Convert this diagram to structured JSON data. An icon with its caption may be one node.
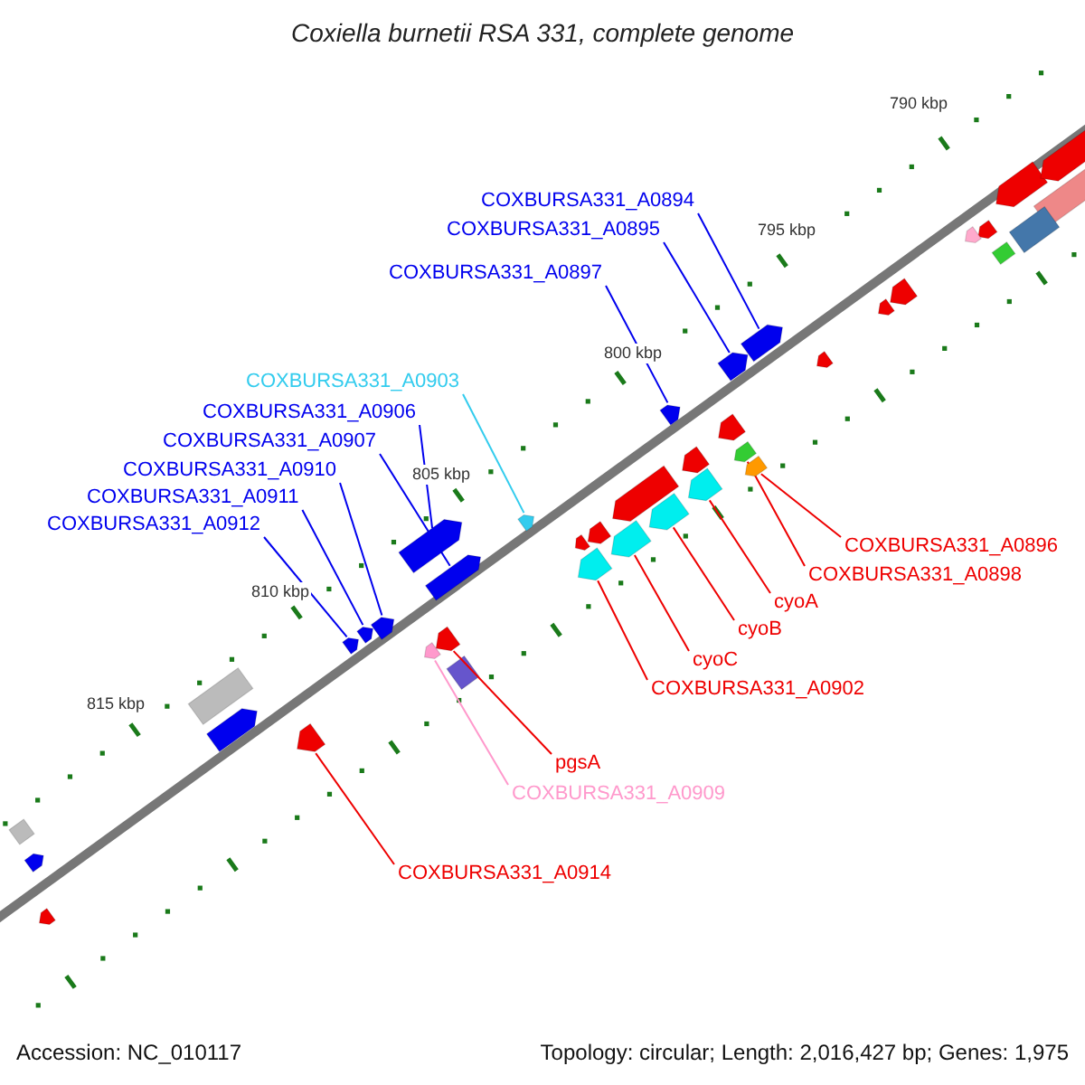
{
  "diagram": {
    "title": "Coxiella burnetii RSA 331, complete genome",
    "nodes": [
      {
        "text": [
          "COXBURSA331_A0894"
        ]
      },
      {
        "text": [
          "COXBURSA331_A0895"
        ]
      },
      {
        "text": [
          "COXBURSA331_A0897"
        ]
      },
      {
        "text": [
          "COXBURSA331_A0903"
        ]
      },
      {
        "text": [
          "COXBURSA331_A0906"
        ]
      },
      {
        "text": [
          "COXBURSA331_A0907"
        ]
      },
      {
        "text": [
          "COXBURSA331_A0910"
        ]
      },
      {
        "text": [
          "COXBURSA331_A0911"
        ]
      },
      {
        "text": [
          "COXBURSA331_A0912"
        ]
      },
      {
        "text": [
          "COXBURSA331_A0896"
        ]
      },
      {
        "text": [
          "COXBURSA331_A0898"
        ]
      },
      {
        "text": [
          "cyoA"
        ]
      },
      {
        "text": [
          "cyoB"
        ]
      },
      {
        "text": [
          "cyoC"
        ]
      },
      {
        "text": [
          "COXBURSA331_A0902"
        ]
      },
      {
        "text": [
          "pgsA"
        ]
      },
      {
        "text": [
          "COXBURSA331_A0909"
        ]
      },
      {
        "text": [
          "COXBURSA331_A0914"
        ]
      },
      {
        "text": [],
        "shape": "pentagon"
      },
      {
        "text": [],
        "shape": "pentagon"
      },
      {
        "text": [],
        "shape": "pentagon"
      },
      {
        "text": [],
        "shape": "pentagon"
      },
      {
        "text": [],
        "shape": "pentagon"
      },
      {
        "text": [],
        "shape": "pentagon"
      },
      {
        "text": [],
        "shape": "pentagon"
      },
      {
        "text": [],
        "shape": "pentagon"
      },
      {
        "text": [],
        "shape": "pentagon"
      },
      {
        "text": [],
        "shape": "pentagon"
      },
      {
        "text": [],
        "shape": "pentagon"
      },
      {
        "text": [],
        "shape": "pentagon"
      },
      {
        "text": [],
        "shape": "pentagon"
      },
      {
        "text": [],
        "shape": "pentagon"
      },
      {
        "text": [],
        "shape": "pentagon"
      },
      {
        "text": [],
        "shape": "pentagon"
      },
      {
        "text": [],
        "shape": "pentagon"
      },
      {
        "text": [],
        "shape": "pentagon"
      }
    ],
    "edges": [
      {
        "from": 0,
        "to": 18,
        "arrow": "none",
        "color": "#0000ee"
      },
      {
        "from": 1,
        "to": 19,
        "arrow": "none",
        "color": "#0000ee"
      },
      {
        "from": 2,
        "to": 20,
        "arrow": "none",
        "color": "#0000ee"
      },
      {
        "from": 3,
        "to": 21,
        "arrow": "none",
        "color": "#33ccee"
      },
      {
        "from": 4,
        "to": 22,
        "arrow": "none",
        "color": "#0000ee"
      },
      {
        "from": 5,
        "to": 23,
        "arrow": "none",
        "color": "#0000ee"
      },
      {
        "from": 6,
        "to": 24,
        "arrow": "none",
        "color": "#0000ee"
      },
      {
        "from": 7,
        "to": 25,
        "arrow": "none",
        "color": "#0000ee"
      },
      {
        "from": 8,
        "to": 26,
        "arrow": "none",
        "color": "#0000ee"
      },
      {
        "from": 9,
        "to": 27,
        "arrow": "none",
        "color": "#ee0000"
      },
      {
        "from": 10,
        "to": 28,
        "arrow": "none",
        "color": "#ee0000"
      },
      {
        "from": 11,
        "to": 29,
        "arrow": "none",
        "color": "#ee0000"
      },
      {
        "from": 12,
        "to": 30,
        "arrow": "none",
        "color": "#ee0000"
      },
      {
        "from": 13,
        "to": 31,
        "arrow": "none",
        "color": "#ee0000"
      },
      {
        "from": 14,
        "to": 32,
        "arrow": "none",
        "color": "#ee0000"
      },
      {
        "from": 15,
        "to": 33,
        "arrow": "none",
        "color": "#ee0000"
      },
      {
        "from": 16,
        "to": 34,
        "arrow": "none",
        "color": "#ff99cc"
      },
      {
        "from": 17,
        "to": 35,
        "arrow": "none",
        "color": "#ee0000"
      }
    ],
    "labels": [
      "790 kbp",
      "795 kbp",
      "800 kbp",
      "805 kbp",
      "810 kbp",
      "815 kbp",
      "Accession: NC_010117",
      "Topology: circular; Length: 2,016,427 bp; Genes: 1,975"
    ]
  }
}
